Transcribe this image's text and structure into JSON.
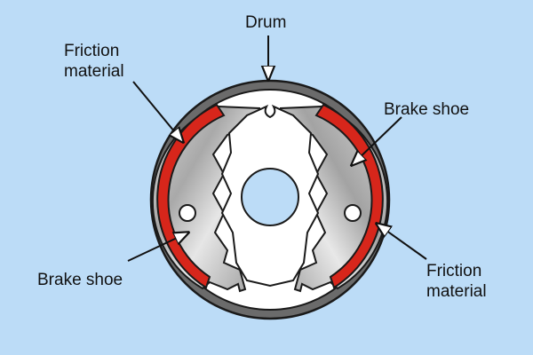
{
  "labels": {
    "drum": "Drum",
    "friction_left": "Friction\nmaterial",
    "friction_right": "Friction\nmaterial",
    "shoe_left": "Brake shoe",
    "shoe_right": "Brake shoe"
  },
  "colors": {
    "background": "#bcdcf7",
    "drum_rim": "#6b6b6b",
    "drum_inner": "#ffffff",
    "friction_material": "#d7261b",
    "brake_shoe": "#c9c9c9",
    "outline": "#1a1a1a"
  }
}
